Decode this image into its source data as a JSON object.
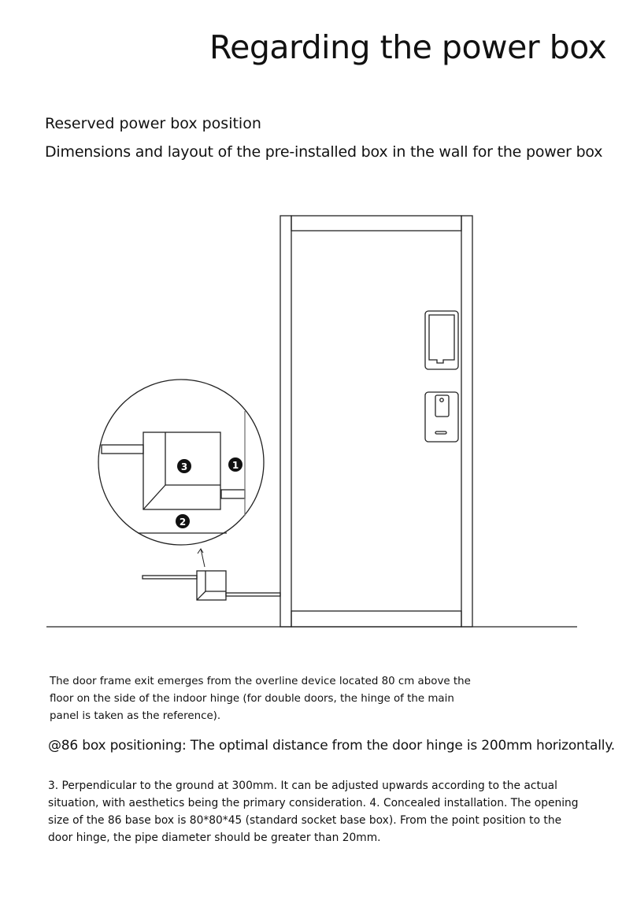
{
  "title": "Regarding the power box",
  "subtitle_1": "Reserved power box position",
  "subtitle_2": "Dimensions and layout of the pre-installed box in the wall for the power box",
  "diagram": {
    "markers": [
      "1",
      "2",
      "3"
    ]
  },
  "paragraph_1": "The door frame exit emerges from the overline device located 80 cm above the floor on the side of the indoor hinge (for double doors, the hinge of the main panel is taken as the reference).",
  "paragraph_2": "@86 box positioning: The optimal distance from the door hinge is 200mm horizontally.",
  "paragraph_3": "3. Perpendicular to the ground at 300mm. It can be adjusted upwards according to the actual situation, with aesthetics being the primary consideration. 4. Concealed installation. The opening size of the 86 base box is 80*80*45 (standard socket base box). From the point position to the door hinge, the pipe diameter should be greater than 20mm."
}
